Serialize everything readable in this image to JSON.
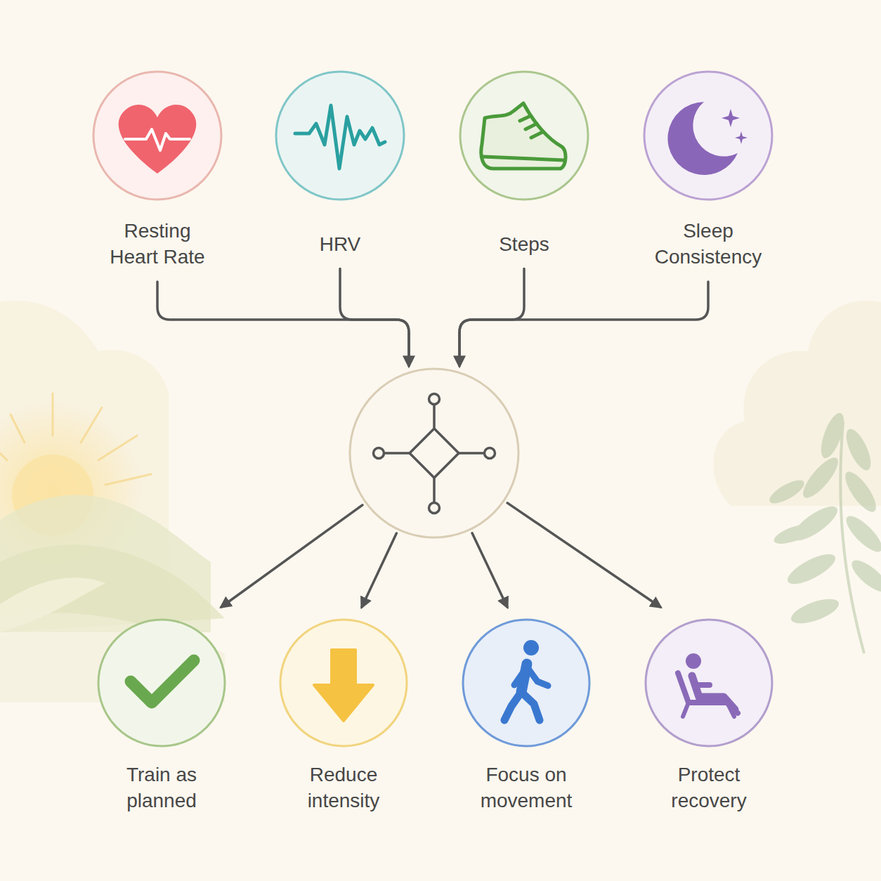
{
  "diagram": {
    "nodes": [
      {
        "text": [
          "Resting Heart Rate"
        ]
      },
      {
        "text": [
          "HRV"
        ]
      },
      {
        "text": [
          "Steps"
        ]
      },
      {
        "text": [
          "Sleep Consistency"
        ]
      },
      {
        "text": []
      },
      {
        "text": [
          "Train as planned"
        ]
      },
      {
        "text": [
          "Reduce intensity"
        ]
      },
      {
        "text": [
          "Focus on movement"
        ]
      },
      {
        "text": [
          "Protect recovery"
        ]
      }
    ],
    "edges": [
      {
        "from": 0,
        "to": 4,
        "arrow": "to"
      },
      {
        "from": 1,
        "to": 4,
        "arrow": "to"
      },
      {
        "from": 2,
        "to": 4,
        "arrow": "to"
      },
      {
        "from": 3,
        "to": 4,
        "arrow": "to"
      },
      {
        "from": 4,
        "to": 5,
        "arrow": "to"
      },
      {
        "from": 4,
        "to": 6,
        "arrow": "to"
      },
      {
        "from": 4,
        "to": 7,
        "arrow": "to"
      },
      {
        "from": 4,
        "to": 8,
        "arrow": "to"
      }
    ]
  }
}
